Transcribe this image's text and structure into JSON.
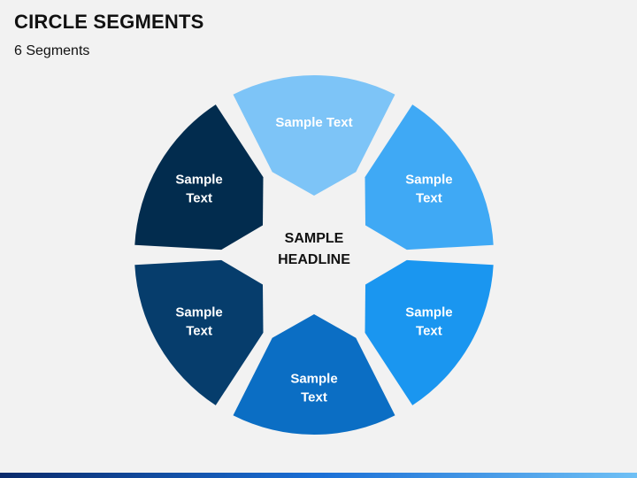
{
  "title": "CIRCLE SEGMENTS",
  "subtitle": "6 Segments",
  "center": {
    "line1": "SAMPLE",
    "line2": "HEADLINE"
  },
  "segments": [
    {
      "lines": [
        "Sample Text"
      ],
      "color": "#7dc4f7"
    },
    {
      "lines": [
        "Sample",
        "Text"
      ],
      "color": "#3fa9f5"
    },
    {
      "lines": [
        "Sample",
        "Text"
      ],
      "color": "#1a96f0"
    },
    {
      "lines": [
        "Sample",
        "Text"
      ],
      "color": "#0b6ec4"
    },
    {
      "lines": [
        "Sample",
        "Text"
      ],
      "color": "#063d6c"
    },
    {
      "lines": [
        "Sample",
        "Text"
      ],
      "color": "#022c4e"
    }
  ],
  "colors": {
    "background": "#f2f2f2",
    "segment_text": "#ffffff",
    "center_text": "#111111",
    "footer_gradient": [
      "#0a2a6b",
      "#1a6fd6",
      "#6fc0f5"
    ]
  }
}
